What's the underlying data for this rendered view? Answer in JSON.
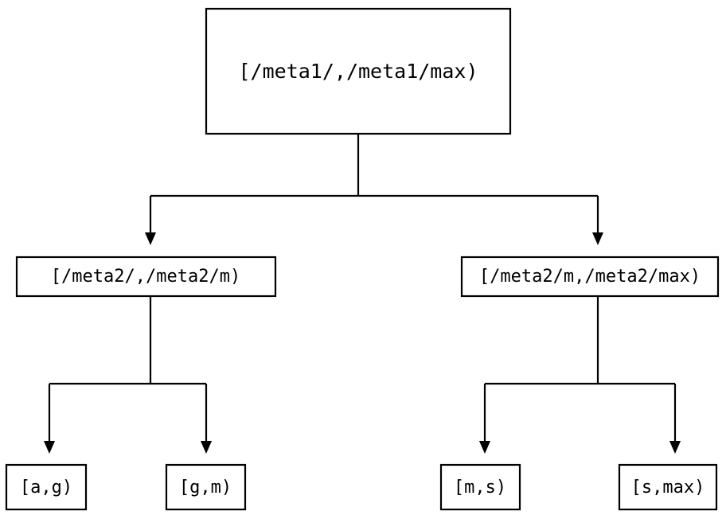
{
  "diagram": {
    "type": "tree",
    "orientation": "top-down",
    "background_color": "#ffffff",
    "line_color": "#000000",
    "text_color": "#000000",
    "edge_style": "orthogonal-with-arrowheads",
    "levels": 3,
    "nodes": {
      "root": {
        "label": "[/meta1/,/meta1/max)"
      },
      "mid_left": {
        "label": "[/meta2/,/meta2/m)"
      },
      "mid_right": {
        "label": "[/meta2/m,/meta2/max)"
      },
      "leaf_1": {
        "label": "[a,g)"
      },
      "leaf_2": {
        "label": "[g,m)"
      },
      "leaf_3": {
        "label": "[m,s)"
      },
      "leaf_4": {
        "label": "[s,max)"
      }
    }
  }
}
